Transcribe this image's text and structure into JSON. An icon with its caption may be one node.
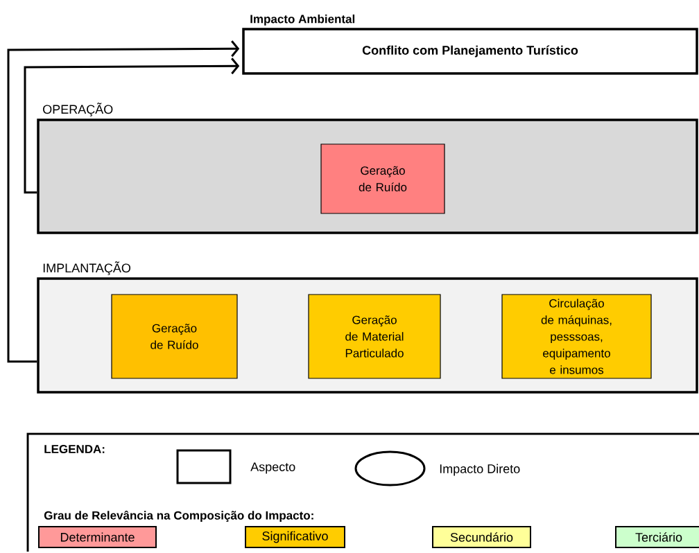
{
  "diagram": {
    "nodes": [
      {
        "text": [
          "Impacto Ambiental",
          "Conflito com Planejamento Turístico"
        ]
      },
      {
        "text": [
          "OPERAÇÃO"
        ]
      },
      {
        "text": [
          "Geração de Ruído"
        ],
        "in": 1
      },
      {
        "text": [
          "IMPLANTAÇÃO"
        ]
      },
      {
        "text": [
          "Geração de Ruído"
        ],
        "in": 3
      },
      {
        "text": [
          "Geração de Material Particulado"
        ],
        "in": 3
      },
      {
        "text": [
          "Circulação de máquinas, pesssoas, equipamento e insumos"
        ],
        "in": 3
      }
    ],
    "edges": [
      {
        "from": 1,
        "to": 0,
        "arrow": "to"
      },
      {
        "from": 3,
        "to": 0,
        "arrow": "to"
      }
    ],
    "labels": [
      "LEGENDA:",
      "Grau de Relevância na Composição do Impacto:"
    ],
    "legend": [
      {
        "text": "Aspecto"
      },
      {
        "text": "Impacto Direto"
      },
      {
        "text": "Determinante",
        "color": "#ff9999"
      },
      {
        "text": "Significativo",
        "color": "#ffcc00"
      },
      {
        "text": "Secundário",
        "color": "#ffff99"
      },
      {
        "text": "Terciário",
        "color": "#ccffcc"
      }
    ]
  }
}
